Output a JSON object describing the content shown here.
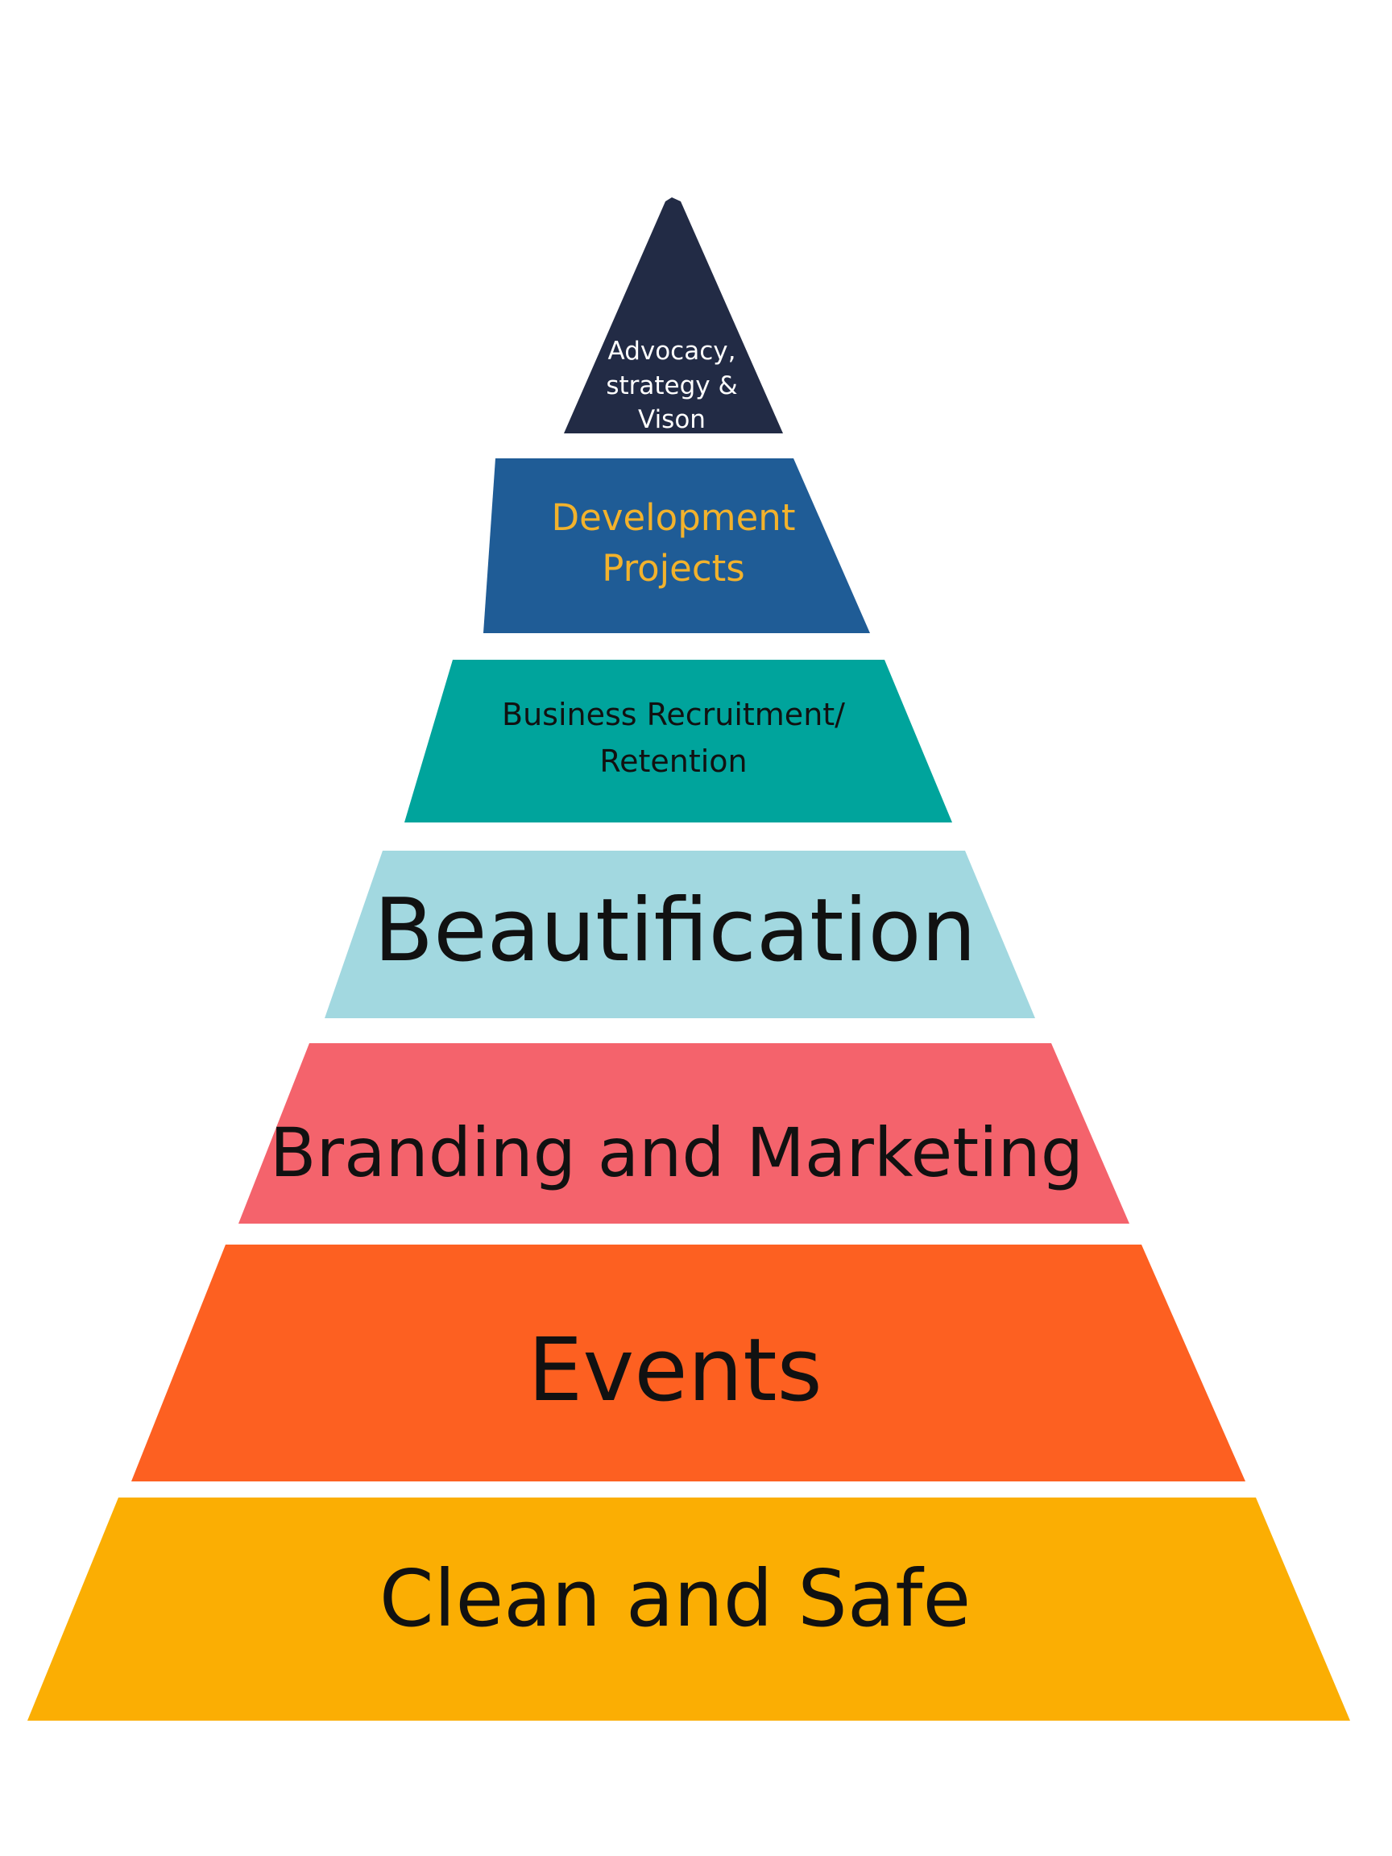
{
  "tiers": [
    {
      "key": "advocacy",
      "label_lines": [
        "Advocacy,",
        "strategy &",
        "Vison"
      ],
      "fill": "#222b45",
      "text_color": "#ffffff"
    },
    {
      "key": "development",
      "label_lines": [
        "Development",
        "Projects"
      ],
      "fill": "#1f5c96",
      "text_color": "#f2b22c"
    },
    {
      "key": "business",
      "label_lines": [
        "Business Recruitment/",
        "Retention"
      ],
      "fill": "#00a49c",
      "text_color": "#111111"
    },
    {
      "key": "beautification",
      "label_lines": [
        "Beautification"
      ],
      "fill": "#a2d8e0",
      "text_color": "#111111"
    },
    {
      "key": "branding",
      "label_lines": [
        "Branding and Marketing"
      ],
      "fill": "#f4636c",
      "text_color": "#111111"
    },
    {
      "key": "events",
      "label_lines": [
        "Events"
      ],
      "fill": "#fd6021",
      "text_color": "#111111"
    },
    {
      "key": "clean",
      "label_lines": [
        "Clean and Safe"
      ],
      "fill": "#fbae03",
      "text_color": "#111111"
    }
  ]
}
